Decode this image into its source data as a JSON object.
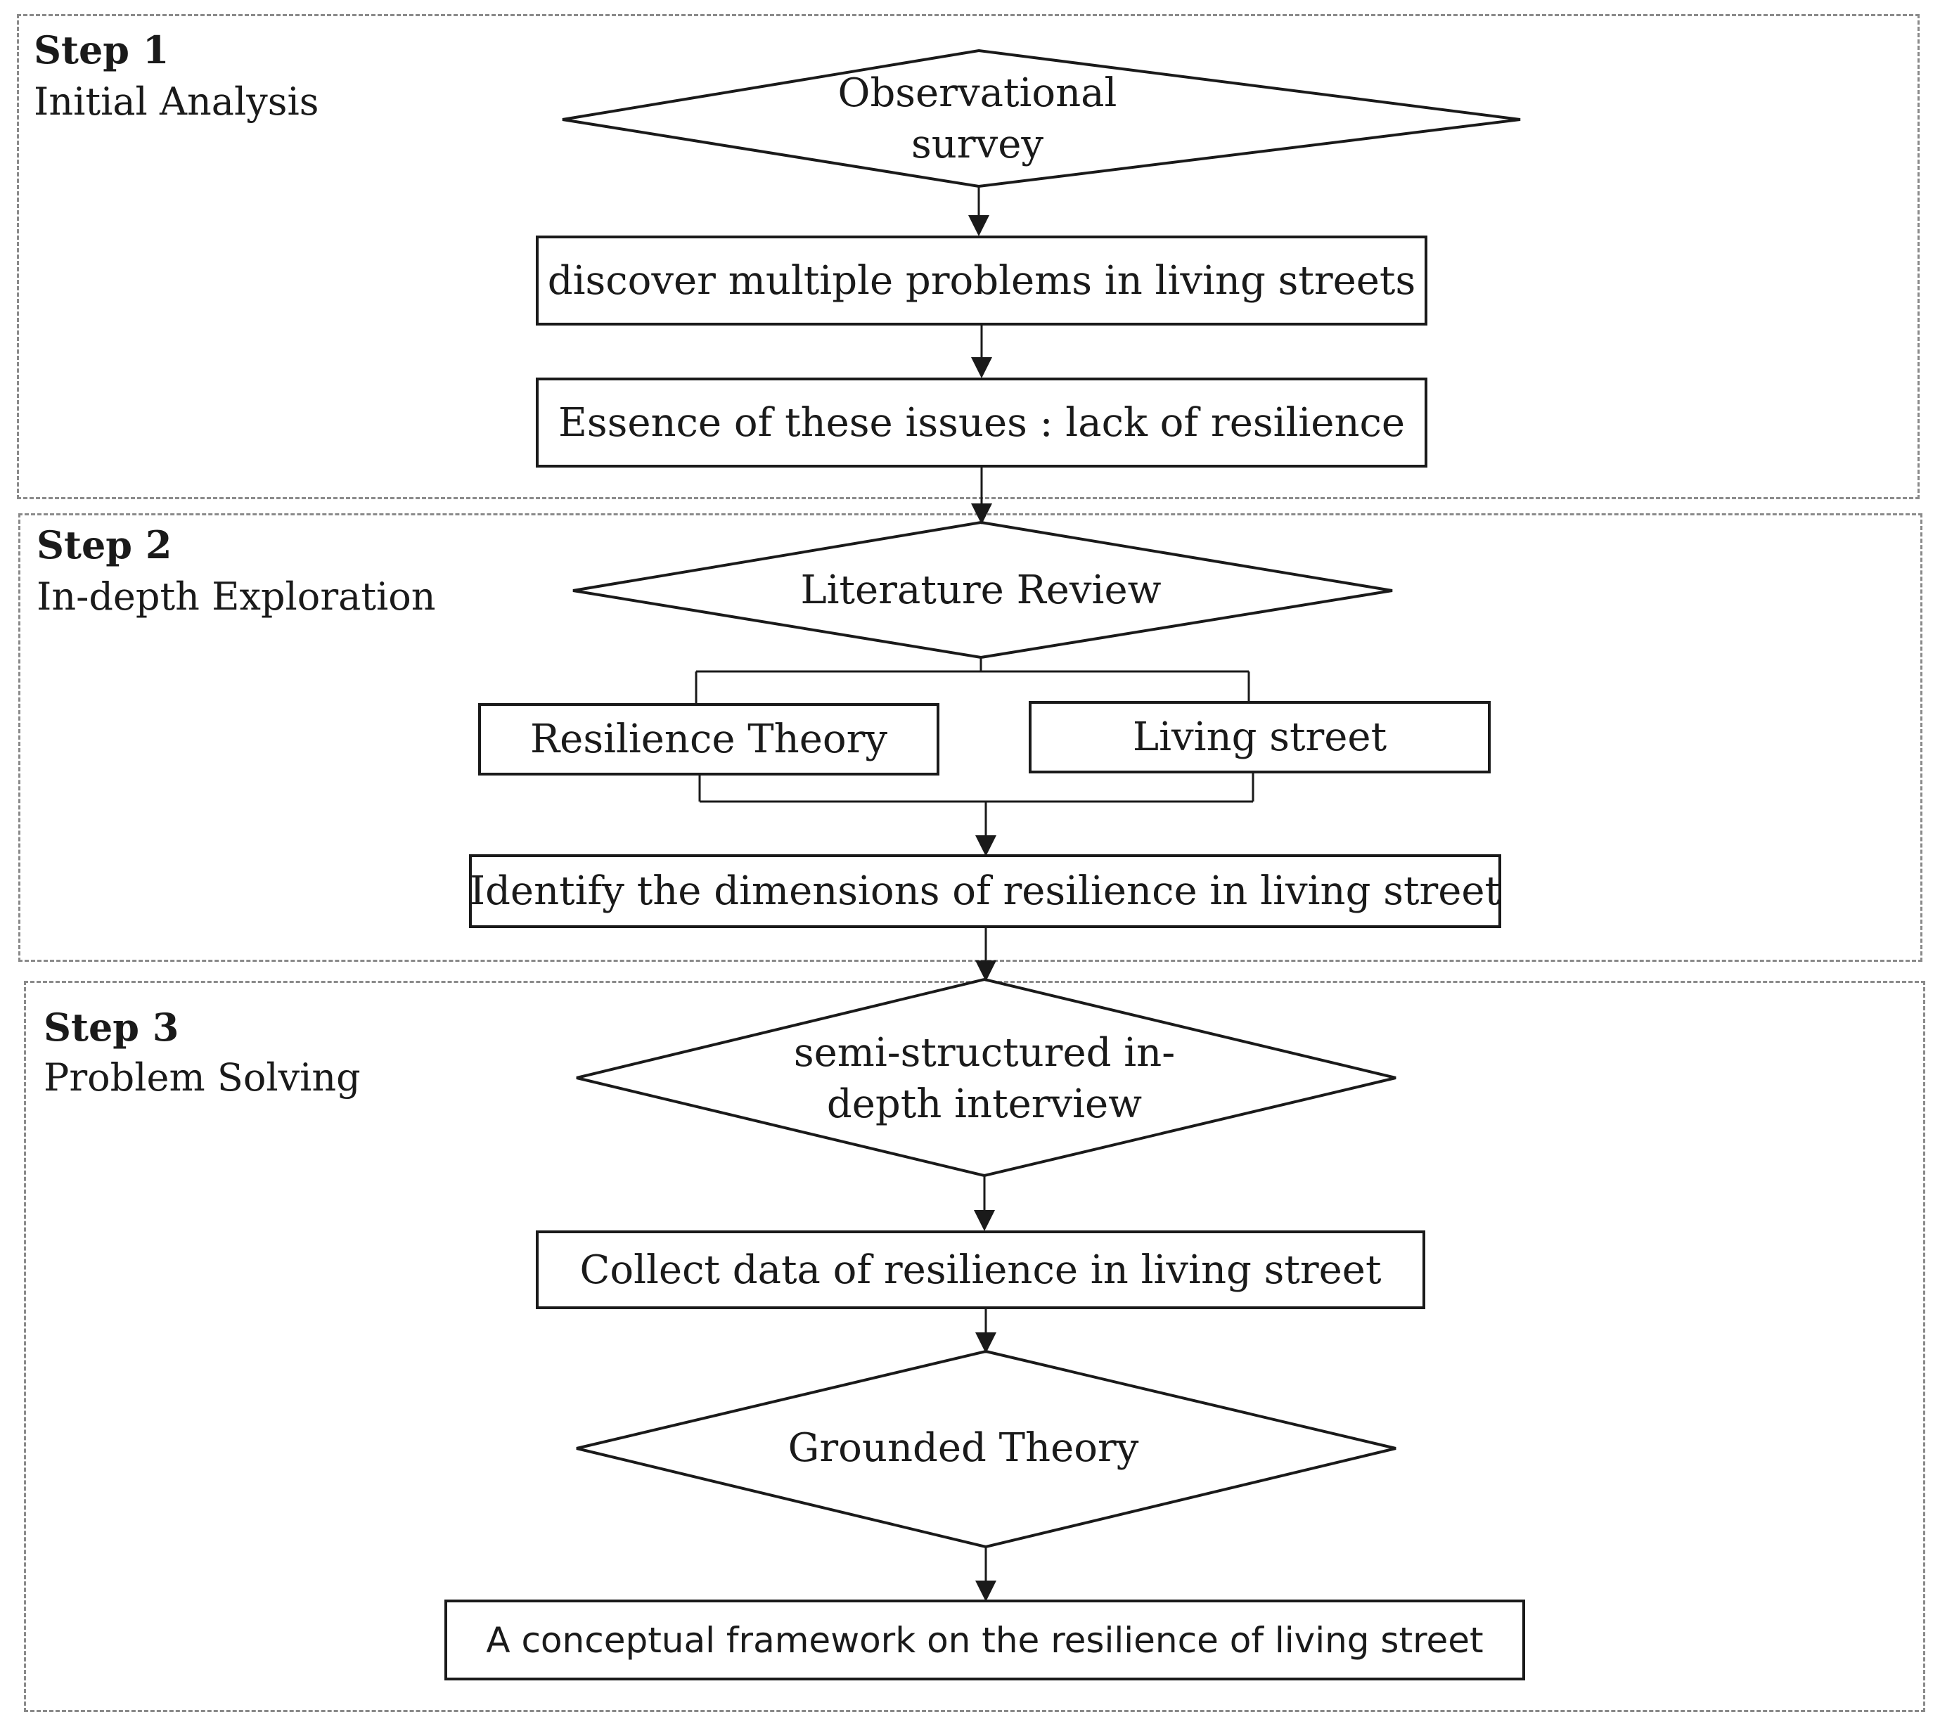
{
  "steps": [
    {
      "title": "Step 1",
      "subtitle": "Initial Analysis",
      "nodes": {
        "decision": "Observational survey",
        "box1": "discover multiple problems in living streets",
        "box2": "Essence of these issues : lack of resilience"
      }
    },
    {
      "title": "Step 2",
      "subtitle": "In-depth Exploration",
      "nodes": {
        "decision": "Literature Review",
        "branch_left": "Resilience Theory",
        "branch_right": "Living street",
        "box1": "Identify the dimensions of resilience in living street"
      }
    },
    {
      "title": "Step 3",
      "subtitle": "Problem Solving",
      "nodes": {
        "decision1": "semi-structured in-depth interview",
        "box1": "Collect data of resilience in living street",
        "decision2": "Grounded Theory",
        "box2": "A conceptual framework on the resilience of living street"
      }
    }
  ]
}
